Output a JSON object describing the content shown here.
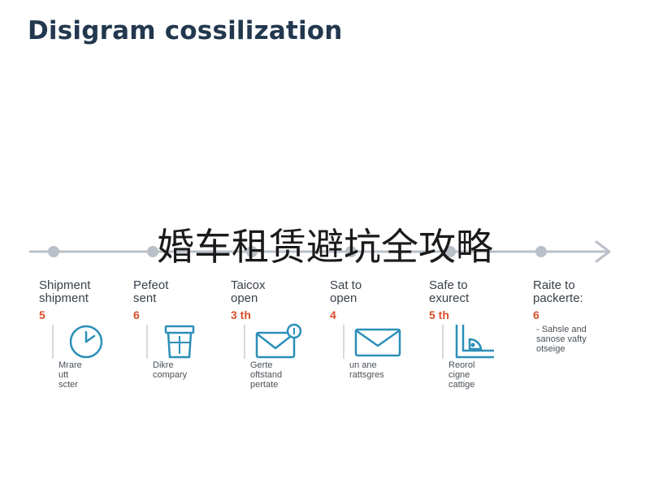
{
  "title": "Disigram cossilization",
  "overlay_text": "婚车租赁避坑全攻略",
  "colors": {
    "accent": "#2b8fb8",
    "number": "#d94e2a",
    "line": "#b9c0c8",
    "title": "#22384e"
  },
  "steps": [
    {
      "title": "Shipment\nshipment",
      "number": "5",
      "icon": "clock-icon",
      "desc": "Mrare\nutt\nscter"
    },
    {
      "title": "Pefeot\nsent",
      "number": "6",
      "icon": "bin-icon",
      "desc": "Dikre\ncompary"
    },
    {
      "title": "Taicox\nopen",
      "number": "3 th",
      "icon": "mail-notify-icon",
      "desc": "Gerte\noftstand\npertate"
    },
    {
      "title": "Sat to\nopen",
      "number": "4",
      "icon": "envelope-icon",
      "desc": "un ane\nrattsgres"
    },
    {
      "title": "Safe to\nexurect",
      "number": "5 th",
      "icon": "ruler-icon",
      "desc": "Reorol\ncigne\ncattige"
    },
    {
      "title": "Raite to\npackerte:",
      "number": "6",
      "icon": "",
      "desc": "- Sahsle and\nsanose vafty\notseige"
    }
  ]
}
